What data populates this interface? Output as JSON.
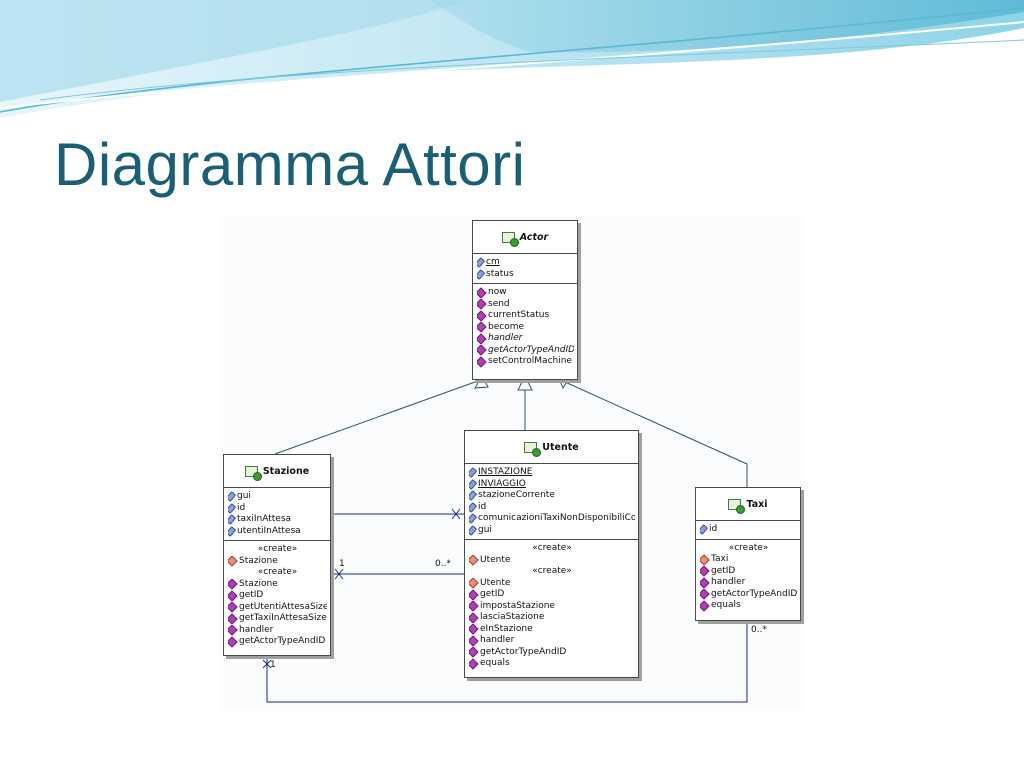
{
  "slide": {
    "title": "Diagramma Attori",
    "colors": {
      "title": "#1b5f74",
      "wave_light": "#bfe6f2",
      "wave_dark": "#3aa7c8",
      "association_line": "#1c2a8a",
      "generalization_line": "#2b5560"
    }
  },
  "diagram": {
    "classes": {
      "actor": {
        "name": "Actor",
        "attributes": [
          {
            "label": "cm",
            "style": "underline"
          },
          {
            "label": "status",
            "style": ""
          }
        ],
        "operations": [
          {
            "label": "now",
            "style": ""
          },
          {
            "label": "send",
            "style": ""
          },
          {
            "label": "currentStatus",
            "style": ""
          },
          {
            "label": "become",
            "style": ""
          },
          {
            "label": "handler",
            "style": "italic"
          },
          {
            "label": "getActorTypeAndID",
            "style": "italic"
          },
          {
            "label": "setControlMachine",
            "style": ""
          }
        ]
      },
      "stazione": {
        "name": "Stazione",
        "attributes": [
          "gui",
          "id",
          "taxiInAttesa",
          "utentiInAttesa"
        ],
        "stereotype_create": "«create»",
        "ctor": "Stazione",
        "operations": [
          "Stazione",
          "getID",
          "getUtentiAttesaSize",
          "getTaxiInAttesaSize",
          "handler",
          "getActorTypeAndID"
        ]
      },
      "utente": {
        "name": "Utente",
        "attributes": [
          {
            "label": "INSTAZIONE",
            "style": "underline"
          },
          {
            "label": "INVIAGGIO",
            "style": "underline"
          },
          {
            "label": "stazioneCorrente",
            "style": ""
          },
          {
            "label": "id",
            "style": ""
          },
          {
            "label": "comunicazioniTaxiNonDisponibiliConse",
            "style": ""
          },
          {
            "label": "gui",
            "style": ""
          }
        ],
        "stereotype_create": "«create»",
        "ctor": "Utente",
        "operations": [
          "Utente",
          "getID",
          "impostaStazione",
          "lasciaStazione",
          "eInStazione",
          "handler",
          "getActorTypeAndID",
          "equals"
        ]
      },
      "taxi": {
        "name": "Taxi",
        "attributes": [
          "id"
        ],
        "stereotype_create": "«create»",
        "operations_ctor": "Taxi",
        "operations": [
          "getID",
          "handler",
          "getActorTypeAndID",
          "equals"
        ]
      }
    },
    "multiplicities": {
      "stazione_utente_near_stazione": "1",
      "stazione_utente_near_utente": "0..*",
      "stazione_taxi_near_stazione": "1",
      "stazione_taxi_near_taxi": "0..*"
    }
  }
}
